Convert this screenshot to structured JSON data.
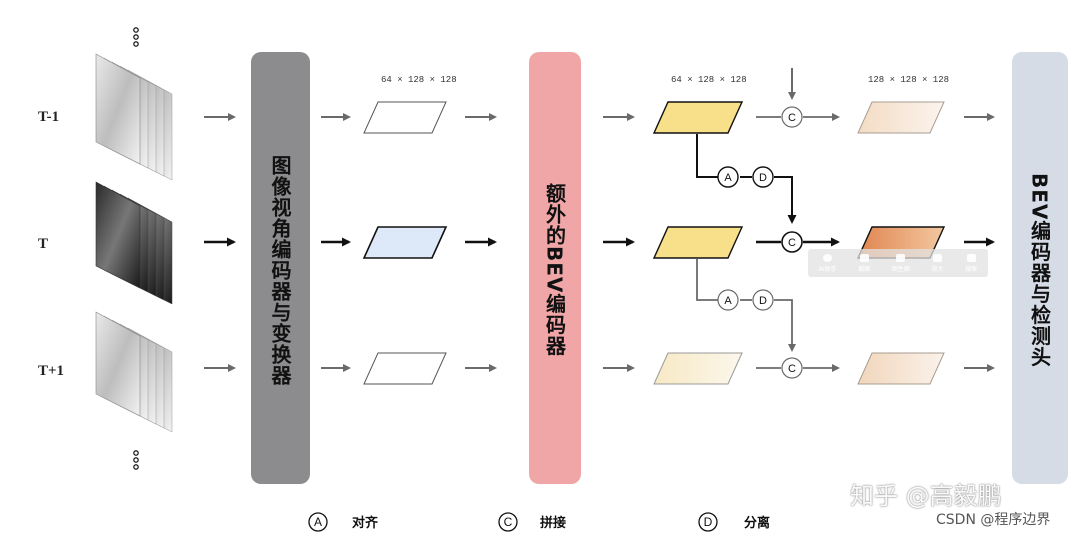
{
  "rows": {
    "top": "T-1",
    "middle": "T",
    "bottom": "T+1"
  },
  "blocks": {
    "encoder_transform": "图像视角编码器与变换器",
    "extra_bev": "额外的BEV编码器",
    "bev_head": "BEV编码器与检测头"
  },
  "dims": {
    "first": "64 × 128 × 128",
    "second": "64 × 128 × 128",
    "third": "128 × 128 × 128"
  },
  "nodes": {
    "align": "A",
    "split": "D",
    "concat": "C"
  },
  "legend": [
    {
      "letter": "A",
      "text": "对齐"
    },
    {
      "letter": "C",
      "text": "拼接"
    },
    {
      "letter": "D",
      "text": "分离"
    }
  ],
  "toolbar": [
    "AI助手",
    "截图",
    "图生图",
    "放大",
    "搜索"
  ],
  "watermark": {
    "zhihu": "知乎 @高毅鹏",
    "csdn": "CSDN @程序边界"
  },
  "colors": {
    "encoder_block": "#8c8c8e",
    "bev_block": "#f0a6a6",
    "head_block": "#d5dce6",
    "yellow": "#f8df8a",
    "orange": "#e4945a",
    "blue": "#dde8f8"
  },
  "ellipsis": "⋮"
}
